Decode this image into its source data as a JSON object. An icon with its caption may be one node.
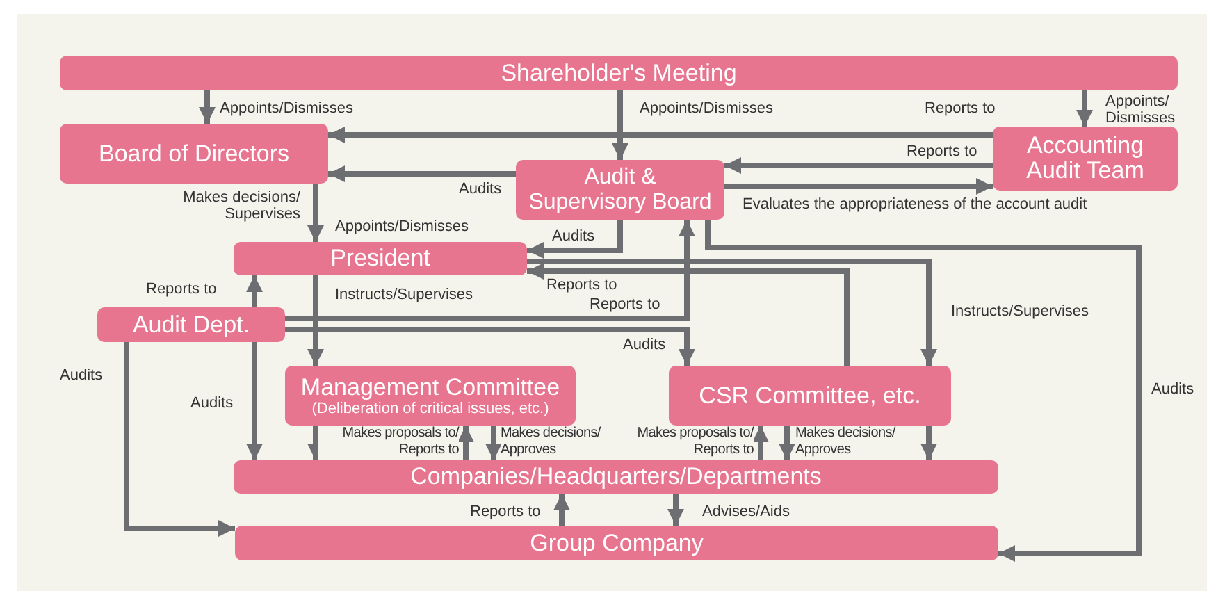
{
  "diagram": {
    "nodes": [
      {
        "text": [
          "Shareholder's Meeting"
        ]
      },
      {
        "text": [
          "Board of Directors"
        ]
      },
      {
        "text": [
          "Audit & Supervisory Board"
        ]
      },
      {
        "text": [
          "Accounting Audit Team"
        ]
      },
      {
        "text": [
          "President"
        ]
      },
      {
        "text": [
          "Audit Dept."
        ]
      },
      {
        "text": [
          "Management Committee",
          "(Deliberation of critical issues, etc.)"
        ]
      },
      {
        "text": [
          "CSR Committee, etc."
        ]
      },
      {
        "text": [
          "Companies/Headquarters/Departments"
        ]
      },
      {
        "text": [
          "Group Company"
        ]
      }
    ],
    "edges": [
      {
        "from": 0,
        "to": 1,
        "arrow": "to",
        "label": "Appoints/Dismisses"
      },
      {
        "from": 0,
        "to": 2,
        "arrow": "to",
        "label": "Appoints/Dismisses"
      },
      {
        "from": 0,
        "to": 3,
        "arrow": "to",
        "label": "Appoints/ Dismisses"
      },
      {
        "from": 3,
        "to": 1,
        "arrow": "to",
        "label": "Reports to"
      },
      {
        "from": 3,
        "to": 2,
        "arrow": "to",
        "label": "Reports to"
      },
      {
        "from": 2,
        "to": 3,
        "arrow": "to",
        "label": "Evaluates the appropriateness of the account audit"
      },
      {
        "from": 2,
        "to": 1,
        "arrow": "to",
        "label": "Audits"
      },
      {
        "from": 1,
        "to": 4,
        "arrow": "to",
        "label": "Makes decisions/ Supervises"
      },
      {
        "from": 2,
        "to": 4,
        "arrow": "to",
        "label": "Audits"
      },
      {
        "from": 4,
        "to": 7,
        "arrow": "to",
        "label": "Instructs/Supervises"
      },
      {
        "from": 7,
        "to": 4,
        "arrow": "to",
        "label": "Reports to"
      },
      {
        "from": 5,
        "to": 2,
        "arrow": "to",
        "label": "Reports to"
      },
      {
        "from": 5,
        "to": 7,
        "arrow": "to",
        "label": "Audits"
      },
      {
        "from": 5,
        "to": 4,
        "arrow": "to",
        "label": "Reports to"
      },
      {
        "from": 5,
        "to": 8,
        "arrow": "to",
        "label": "Audits"
      },
      {
        "from": 5,
        "to": 9,
        "arrow": "to",
        "label": "Audits"
      },
      {
        "from": 4,
        "to": 6,
        "arrow": "to",
        "label": "Instructs/Supervises"
      },
      {
        "from": 6,
        "to": 8,
        "arrow": "to"
      },
      {
        "from": 8,
        "to": 6,
        "arrow": "to",
        "label": "Makes proposals to/ Reports to"
      },
      {
        "from": 6,
        "to": 8,
        "arrow": "to",
        "label": "Makes decisions/ Approves"
      },
      {
        "from": 8,
        "to": 7,
        "arrow": "to",
        "label": "Makes proposals to/ Reports to"
      },
      {
        "from": 7,
        "to": 8,
        "arrow": "to",
        "label": "Makes decisions/ Approves"
      },
      {
        "from": 7,
        "to": 8,
        "arrow": "to"
      },
      {
        "from": 8,
        "to": 9,
        "arrow": "to",
        "label": "Advises/Aids"
      },
      {
        "from": 9,
        "to": 8,
        "arrow": "to",
        "label": "Reports to"
      },
      {
        "from": 2,
        "to": 9,
        "arrow": "to",
        "label": "Audits"
      }
    ],
    "labels": [
      "Appoints/Dismisses"
    ]
  }
}
